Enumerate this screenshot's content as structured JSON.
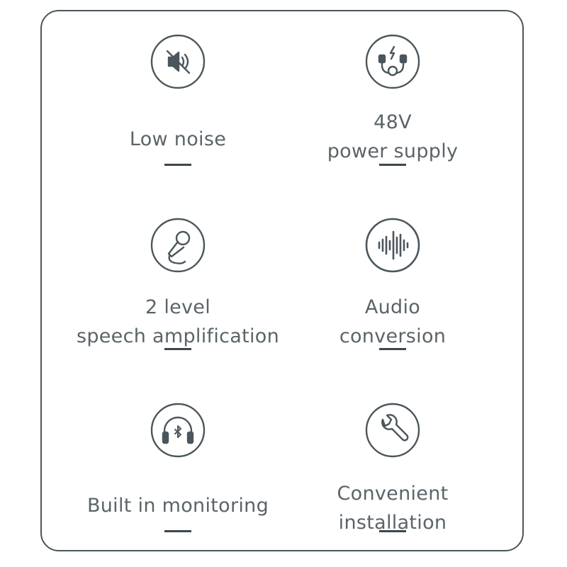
{
  "features": [
    {
      "lines": [
        "Low noise"
      ],
      "icon": "mute-speaker-icon"
    },
    {
      "lines": [
        "48V",
        "power supply"
      ],
      "icon": "power-connector-icon"
    },
    {
      "lines": [
        "2 level",
        "speech amplification"
      ],
      "icon": "microphone-icon"
    },
    {
      "lines": [
        "Audio",
        "conversion"
      ],
      "icon": "sound-wave-icon"
    },
    {
      "lines": [
        "Built in monitoring"
      ],
      "icon": "bluetooth-headphones-icon"
    },
    {
      "lines": [
        "Convenient",
        "installation"
      ],
      "icon": "wrench-icon"
    }
  ],
  "colors": {
    "border": "#4b565c",
    "icon": "#4b565c",
    "text": "#5b6468"
  }
}
